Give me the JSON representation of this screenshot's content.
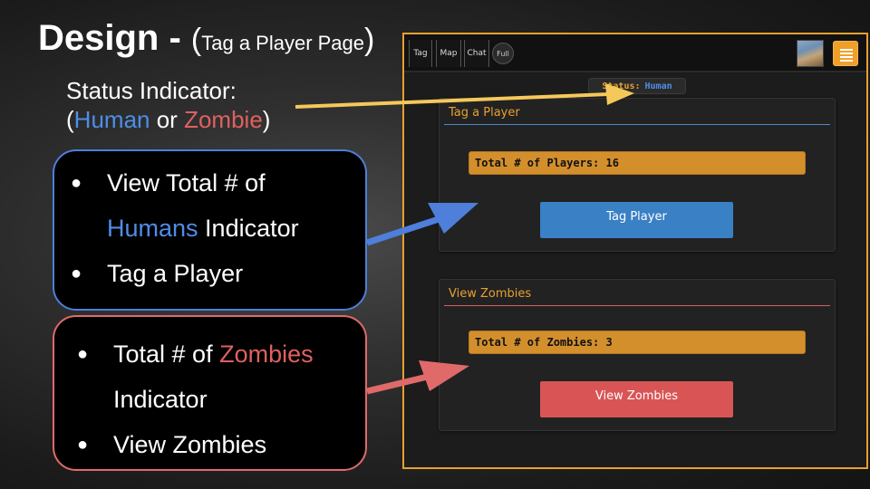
{
  "slide": {
    "title_main": "Design - ",
    "title_open": "(",
    "title_sub": "Tag a Player Page",
    "title_close": ")",
    "status_line1": "Status Indicator:",
    "status_open": "(",
    "status_human": "Human",
    "status_or": " or ",
    "status_zombie": "Zombie",
    "status_close": ")",
    "blue_callout": {
      "item1_pre": "View Total # of",
      "item1_human": "Humans",
      "item1_post": " Indicator",
      "item2": "Tag a Player"
    },
    "red_callout": {
      "item1_pre": "Total # of ",
      "item1_zombie": "Zombies",
      "item1_post": "Indicator",
      "item2": "View Zombies"
    },
    "bullet": "●"
  },
  "app": {
    "nav": {
      "tag": "Tag",
      "map": "Map",
      "chat": "Chat",
      "full": "Full"
    },
    "status": {
      "label": "Status:",
      "value": "Human"
    },
    "tag_panel": {
      "title": "Tag a Player",
      "count_label": "Total # of Players: 16",
      "button": "Tag Player"
    },
    "zombie_panel": {
      "title": "View Zombies",
      "count_label": "Total # of Zombies: 3",
      "button": "View Zombies"
    }
  },
  "colors": {
    "accent_orange": "#e8a030",
    "human_blue": "#4d8ee8",
    "zombie_red": "#e06060",
    "arrow_yellow": "#f5c85a"
  },
  "icons": {
    "menu": "hamburger-menu-icon",
    "avatar": "user-avatar"
  }
}
